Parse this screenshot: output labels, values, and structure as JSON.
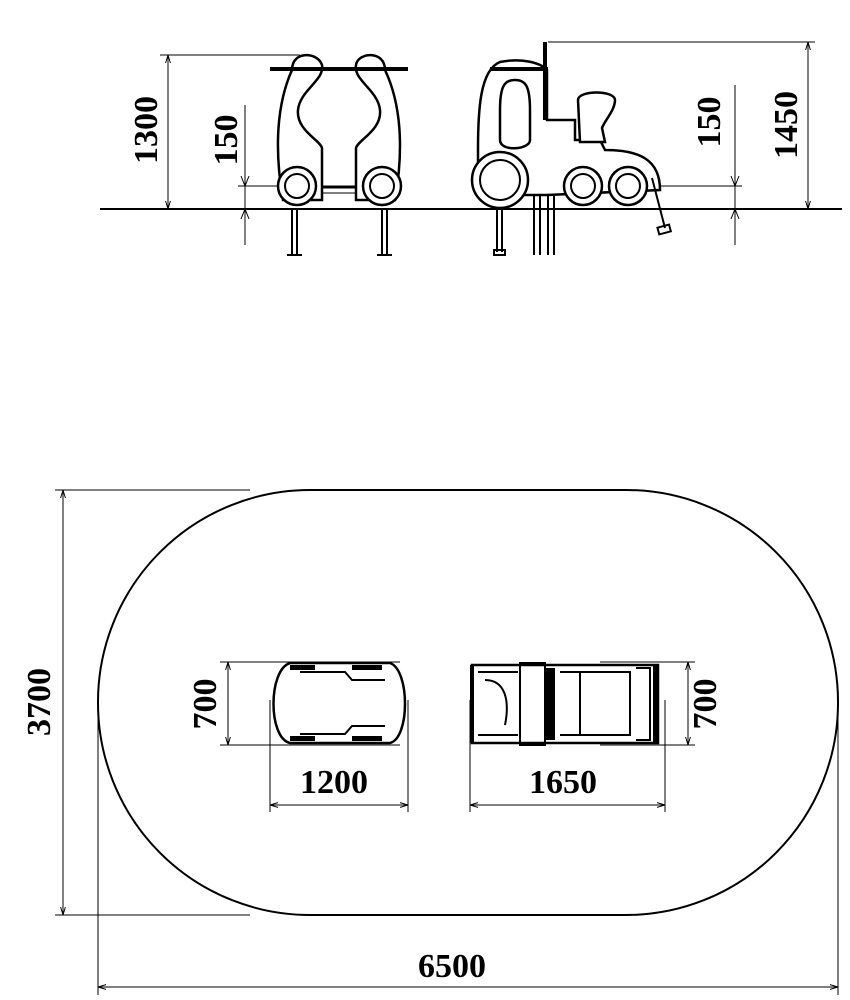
{
  "elevation": {
    "dim_height_left": "1300",
    "dim_seat_left": "150",
    "dim_seat_right": "150",
    "dim_height_right": "1450"
  },
  "plan": {
    "dim_area_height": "3700",
    "dim_area_width": "6500",
    "car": {
      "depth": "700",
      "width": "1200"
    },
    "train": {
      "depth": "700",
      "width": "1650"
    }
  }
}
